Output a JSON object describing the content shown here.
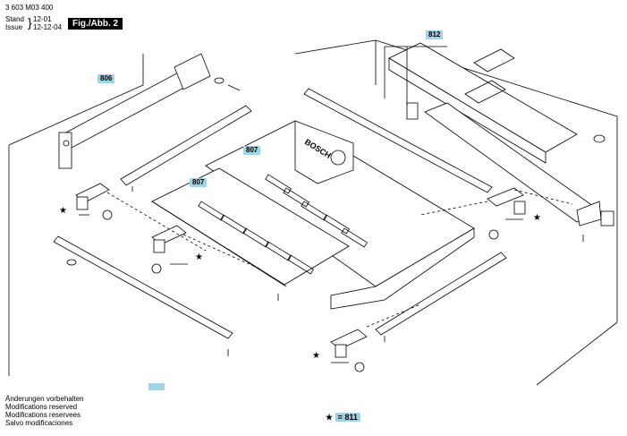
{
  "header": {
    "part_number": "3 603 M03 400",
    "stand_label": "Stand",
    "stand_value": "12-01",
    "issue_label": "Issue",
    "issue_value": "12-12-04",
    "figure_label": "Fig./Abb. 2"
  },
  "callouts": {
    "c806": "806",
    "c812": "812",
    "c807a": "807",
    "c807b": "807"
  },
  "table_brand": "BOSCH",
  "notes": {
    "line1": "Änderungen vorbehalten",
    "line2": "Modifications reserved",
    "line3": "Modifications reservees",
    "line4": "Salvo modificaciones"
  },
  "legend": {
    "star": "★",
    "text": "= 811"
  }
}
